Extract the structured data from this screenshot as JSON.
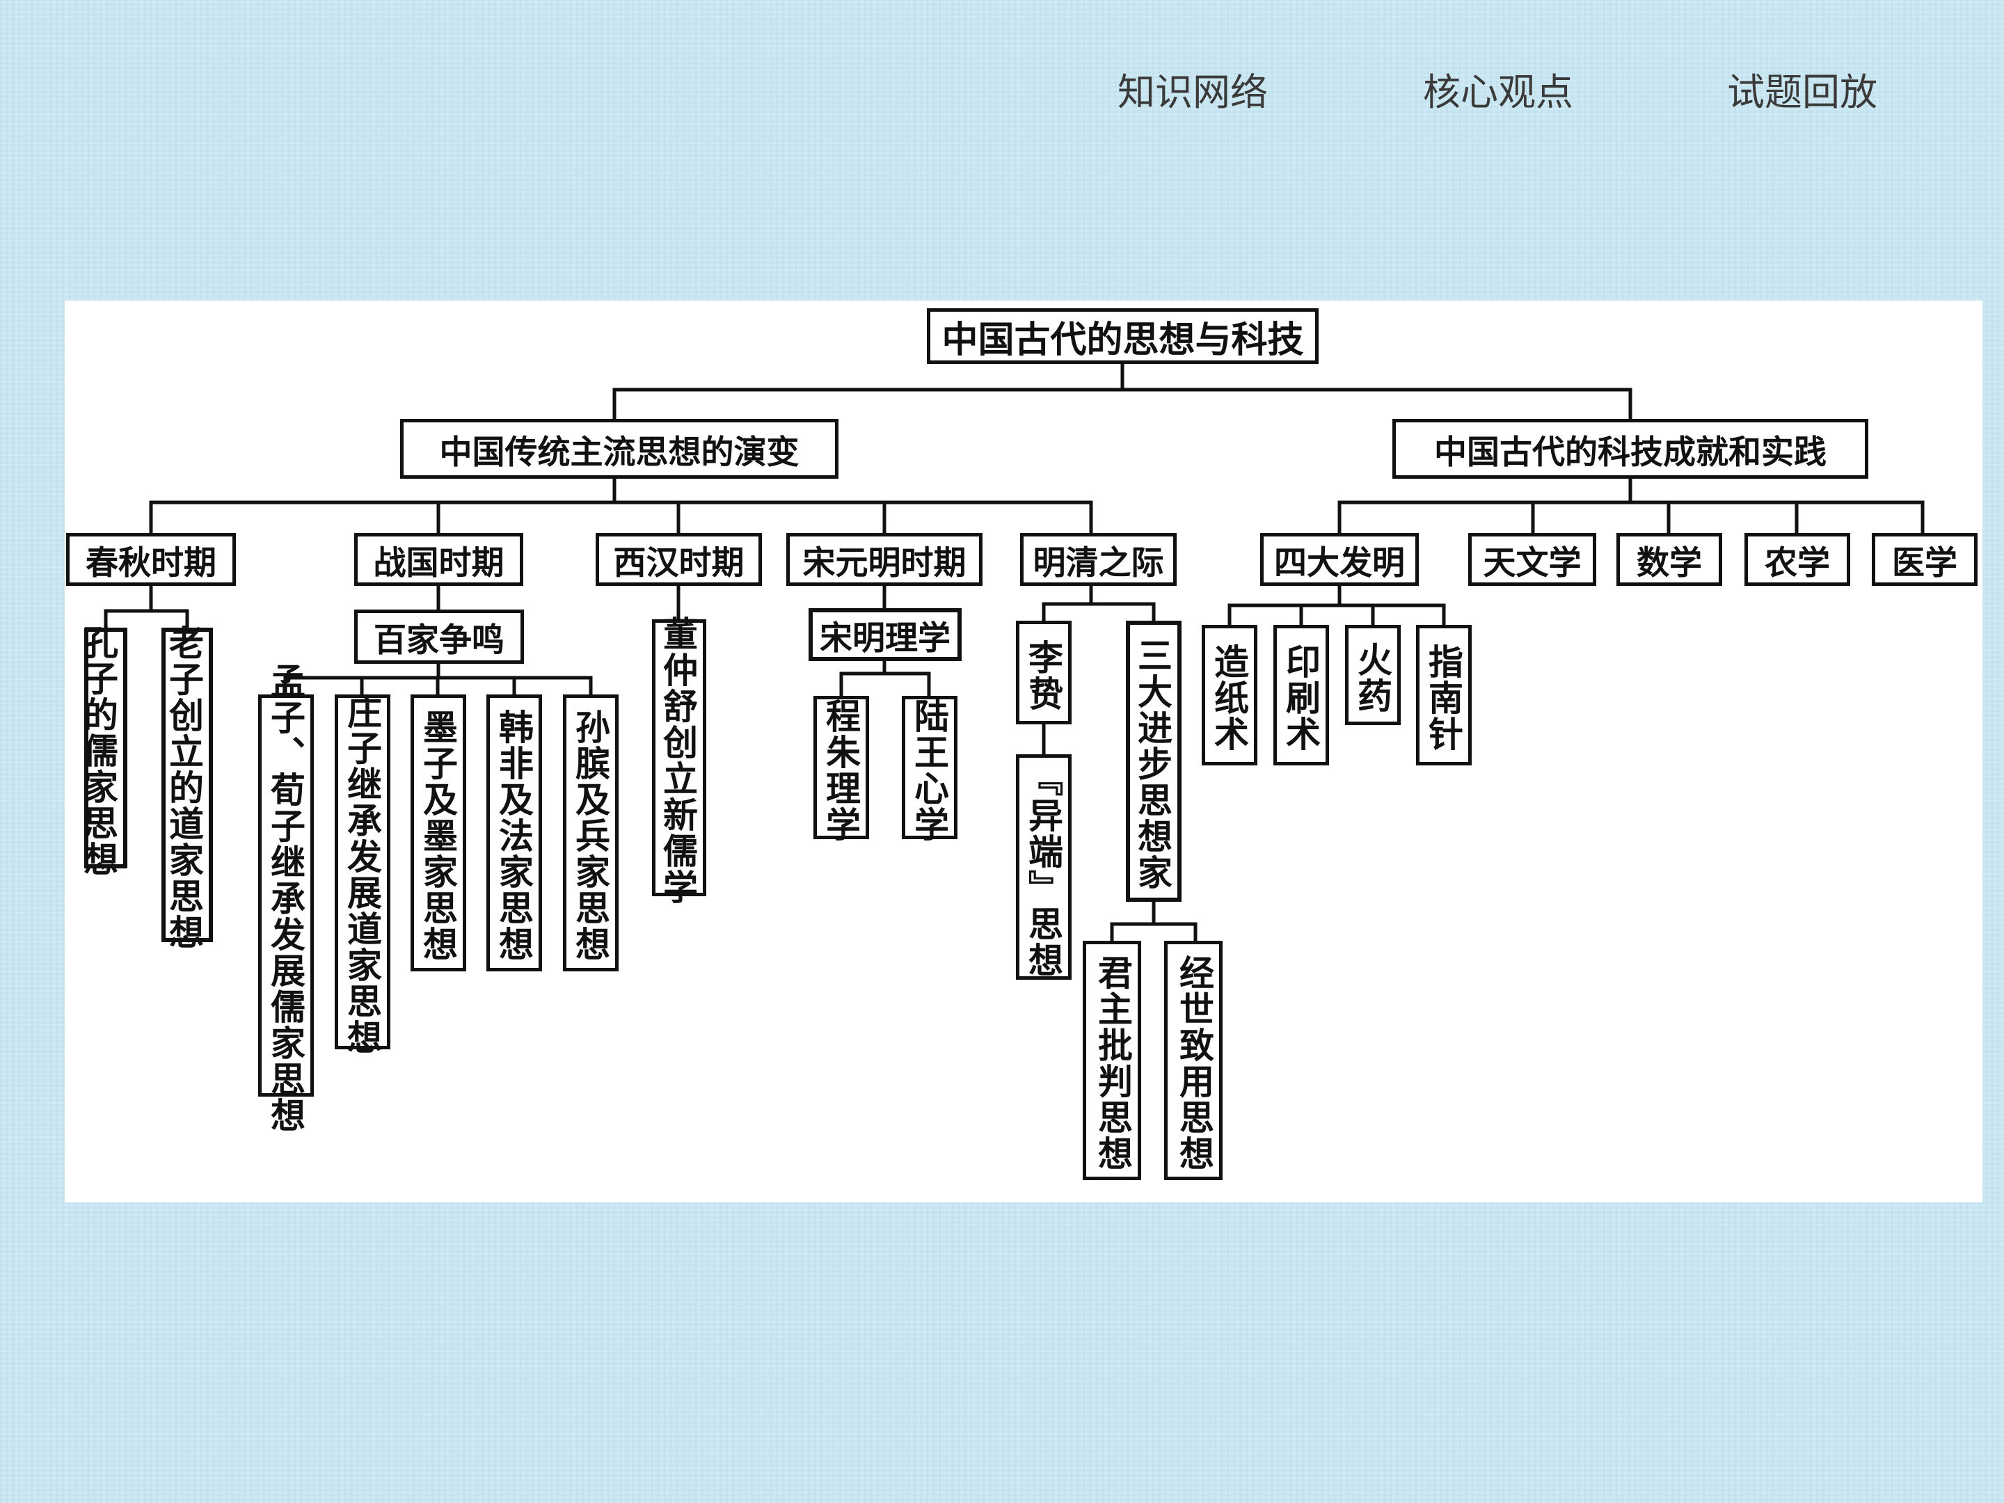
{
  "nav": {
    "items": [
      {
        "label": "知识网络"
      },
      {
        "label": "核心观点"
      },
      {
        "label": "试题回放"
      }
    ]
  },
  "diagram": {
    "root": "中国古代的思想与科技",
    "thought": {
      "title": "中国传统主流思想的演变",
      "chunqiu": {
        "label": "春秋时期",
        "children": [
          "孔子的儒家思想",
          "老子创立的道家思想"
        ]
      },
      "zhanguo": {
        "label": "战国时期",
        "sub": "百家争鸣",
        "children": [
          "孟子、荀子继承发展儒家思想",
          "庄子继承发展道家思想",
          "墨子及墨家思想",
          "韩非及法家思想",
          "孙膑及兵家思想"
        ]
      },
      "xihan": {
        "label": "西汉时期",
        "children": [
          "董仲舒创立新儒学"
        ]
      },
      "songyuanming": {
        "label": "宋元明时期",
        "sub": "宋明理学",
        "children": [
          "程朱理学",
          "陆王心学"
        ]
      },
      "mingqing": {
        "label": "明清之际",
        "lizhi": "李贽",
        "yiduan": "『异端』思想",
        "sanda": "三大进步思想家",
        "children": [
          "君主批判思想",
          "经世致用思想"
        ]
      }
    },
    "tech": {
      "title": "中国古代的科技成就和实践",
      "sida": {
        "label": "四大发明",
        "children": [
          "造纸术",
          "印刷术",
          "火药",
          "指南针"
        ]
      },
      "others": [
        "天文学",
        "数学",
        "农学",
        "医学"
      ]
    }
  }
}
